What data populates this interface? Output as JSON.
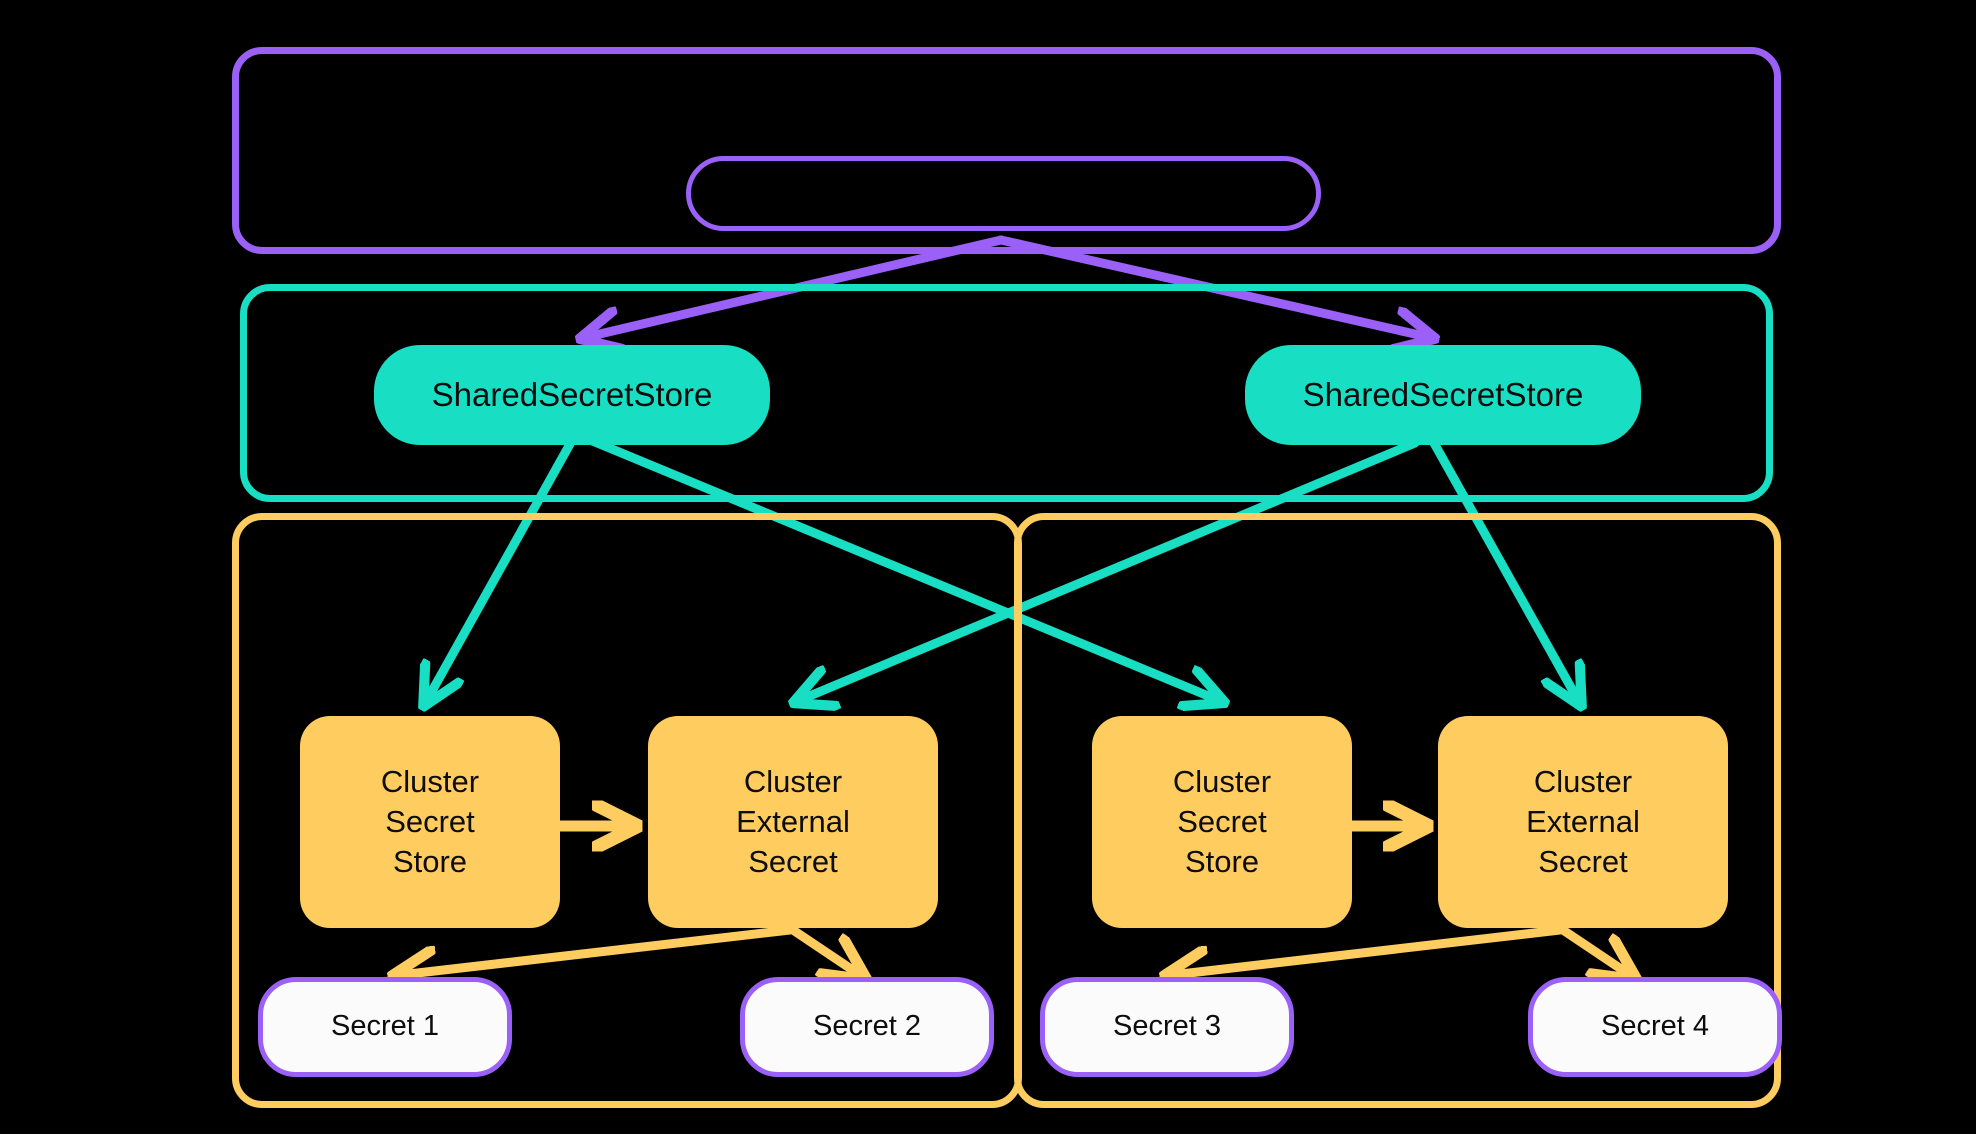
{
  "diagram": {
    "title": "External Secrets Operator - Shared Secret Store architecture",
    "background": "#000000",
    "colors": {
      "purple": "#9a60f7",
      "teal": "#18dec4",
      "yellow": "#ffcd5f",
      "white": "#fbfbfb",
      "text": "#0d0d0d"
    }
  },
  "containers": {
    "operator_scope": {
      "label": "",
      "color": "#9a60f7"
    },
    "shared_scope": {
      "label": "",
      "color": "#18dec4"
    },
    "cluster_left": {
      "label": "",
      "color": "#ffcd5f"
    },
    "cluster_right": {
      "label": "",
      "color": "#ffcd5f"
    }
  },
  "nodes": {
    "operator": {
      "label": "",
      "color": "#9a60f7"
    },
    "shared_store_left": {
      "label": "SharedSecretStore",
      "color": "#18dec4"
    },
    "shared_store_right": {
      "label": "SharedSecretStore",
      "color": "#18dec4"
    },
    "cluster_secret_store_left": {
      "label": "Cluster\nSecret\nStore",
      "color": "#ffcd5f"
    },
    "cluster_external_secret_left": {
      "label": "Cluster\nExternal\nSecret",
      "color": "#ffcd5f"
    },
    "cluster_secret_store_right": {
      "label": "Cluster\nSecret\nStore",
      "color": "#ffcd5f"
    },
    "cluster_external_secret_right": {
      "label": "Cluster\nExternal\nSecret",
      "color": "#ffcd5f"
    },
    "secret_1": {
      "label": "Secret 1",
      "color": "#fbfbfb"
    },
    "secret_2": {
      "label": "Secret 2",
      "color": "#fbfbfb"
    },
    "secret_3": {
      "label": "Secret 3",
      "color": "#fbfbfb"
    },
    "secret_4": {
      "label": "Secret 4",
      "color": "#fbfbfb"
    }
  },
  "edges": [
    {
      "name": "operator-to-shared-store-left",
      "from": "operator",
      "to": "shared_store_left",
      "color": "#9a60f7",
      "label": ""
    },
    {
      "name": "operator-to-shared-store-right",
      "from": "operator",
      "to": "shared_store_right",
      "color": "#9a60f7",
      "label": ""
    },
    {
      "name": "shared-left-to-cluster-secret-store-left",
      "from": "shared_store_left",
      "to": "cluster_secret_store_left",
      "color": "#18dec4",
      "label": ""
    },
    {
      "name": "shared-left-to-cluster-secret-store-right",
      "from": "shared_store_left",
      "to": "cluster_secret_store_right",
      "color": "#18dec4",
      "label": ""
    },
    {
      "name": "shared-right-to-cluster-external-secret-left",
      "from": "shared_store_right",
      "to": "cluster_external_secret_left",
      "color": "#18dec4",
      "label": ""
    },
    {
      "name": "shared-right-to-cluster-external-secret-right",
      "from": "shared_store_right",
      "to": "cluster_external_secret_right",
      "color": "#18dec4",
      "label": ""
    },
    {
      "name": "cluster-secret-store-left-to-external-secret-left",
      "from": "cluster_secret_store_left",
      "to": "cluster_external_secret_left",
      "color": "#ffcd5f",
      "label": ""
    },
    {
      "name": "cluster-secret-store-right-to-external-secret-right",
      "from": "cluster_secret_store_right",
      "to": "cluster_external_secret_right",
      "color": "#ffcd5f",
      "label": ""
    },
    {
      "name": "cluster-external-secret-left-to-secret-1",
      "from": "cluster_external_secret_left",
      "to": "secret_1",
      "color": "#ffcd5f",
      "label": ""
    },
    {
      "name": "cluster-external-secret-left-to-secret-2",
      "from": "cluster_external_secret_left",
      "to": "secret_2",
      "color": "#ffcd5f",
      "label": ""
    },
    {
      "name": "cluster-external-secret-right-to-secret-3",
      "from": "cluster_external_secret_right",
      "to": "secret_3",
      "color": "#ffcd5f",
      "label": ""
    },
    {
      "name": "cluster-external-secret-right-to-secret-4",
      "from": "cluster_external_secret_right",
      "to": "secret_4",
      "color": "#ffcd5f",
      "label": ""
    }
  ]
}
